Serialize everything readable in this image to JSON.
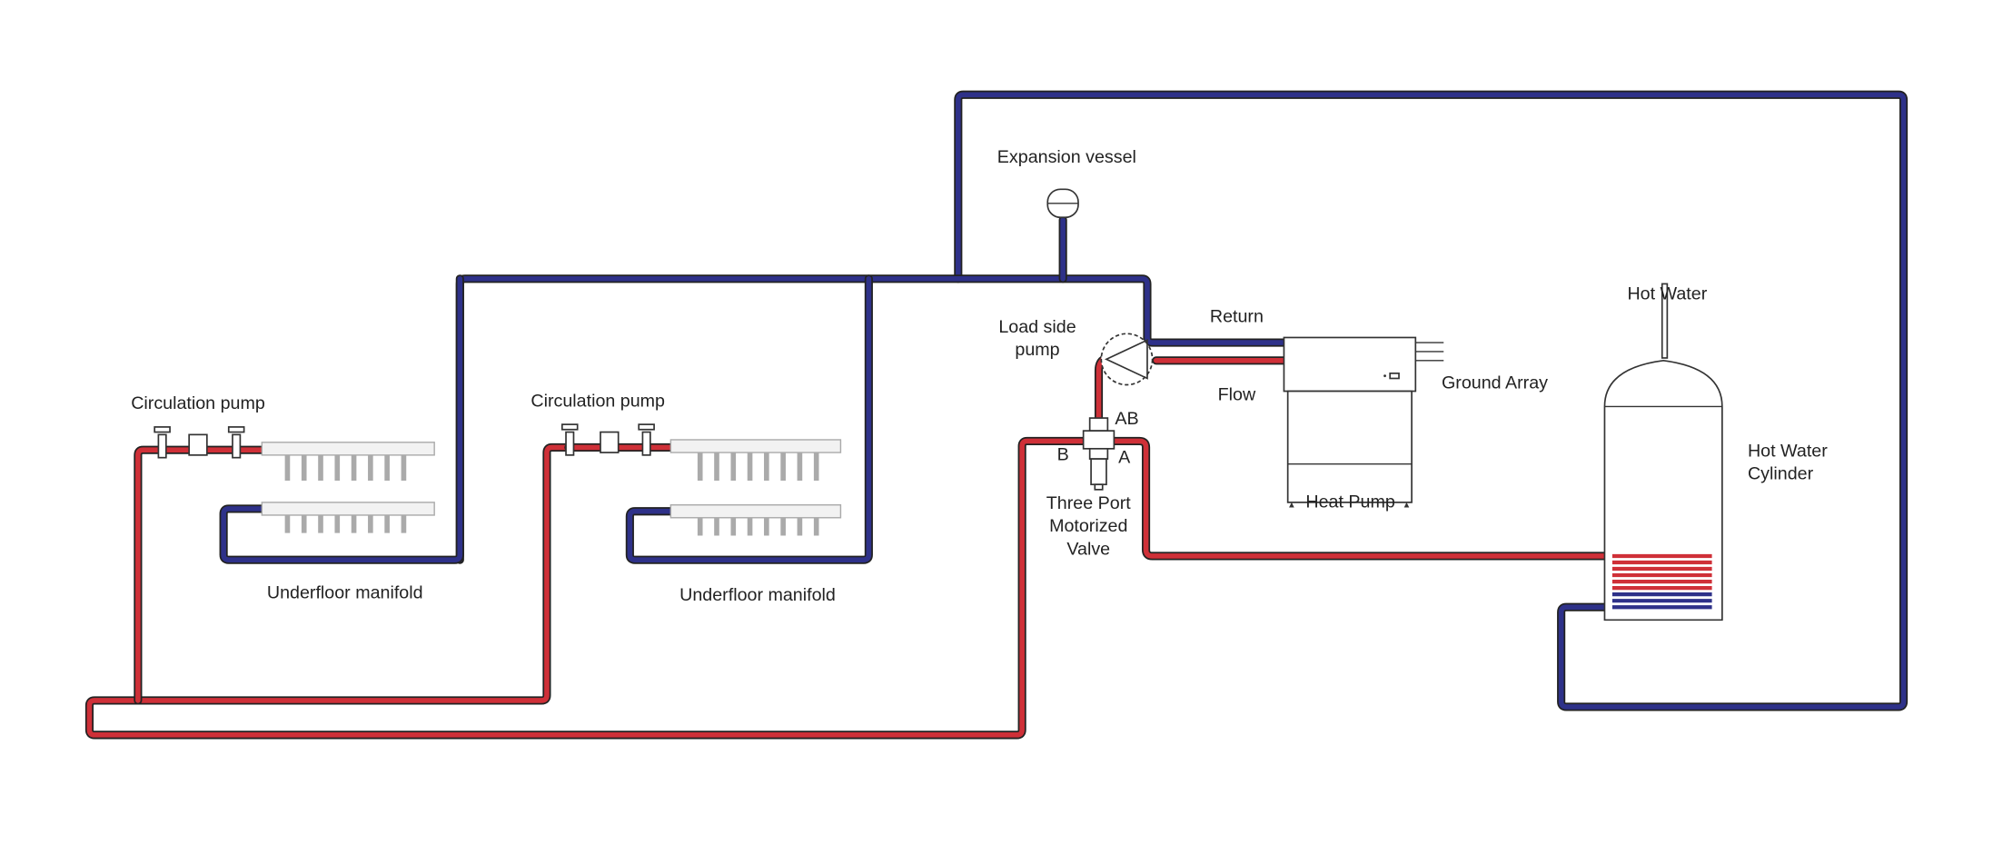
{
  "labels": {
    "expansion_vessel": "Expansion vessel",
    "load_side_pump": [
      "Load side",
      "pump"
    ],
    "return": "Return",
    "flow": "Flow",
    "ground_array": "Ground Array",
    "heat_pump": "Heat Pump",
    "hot_water": "Hot Water",
    "hot_water_cylinder": [
      "Hot Water",
      "Cylinder"
    ],
    "circulation_pump_1": "Circulation pump",
    "circulation_pump_2": "Circulation pump",
    "underfloor_manifold_1": "Underfloor manifold",
    "underfloor_manifold_2": "Underfloor manifold",
    "port_ab": "AB",
    "port_b": "B",
    "port_a": "A",
    "three_port_valve": [
      "Three Port",
      "Motorized",
      "Valve"
    ]
  },
  "colors": {
    "return_pipe": "#2e3189",
    "flow_pipe": "#cf3038"
  }
}
